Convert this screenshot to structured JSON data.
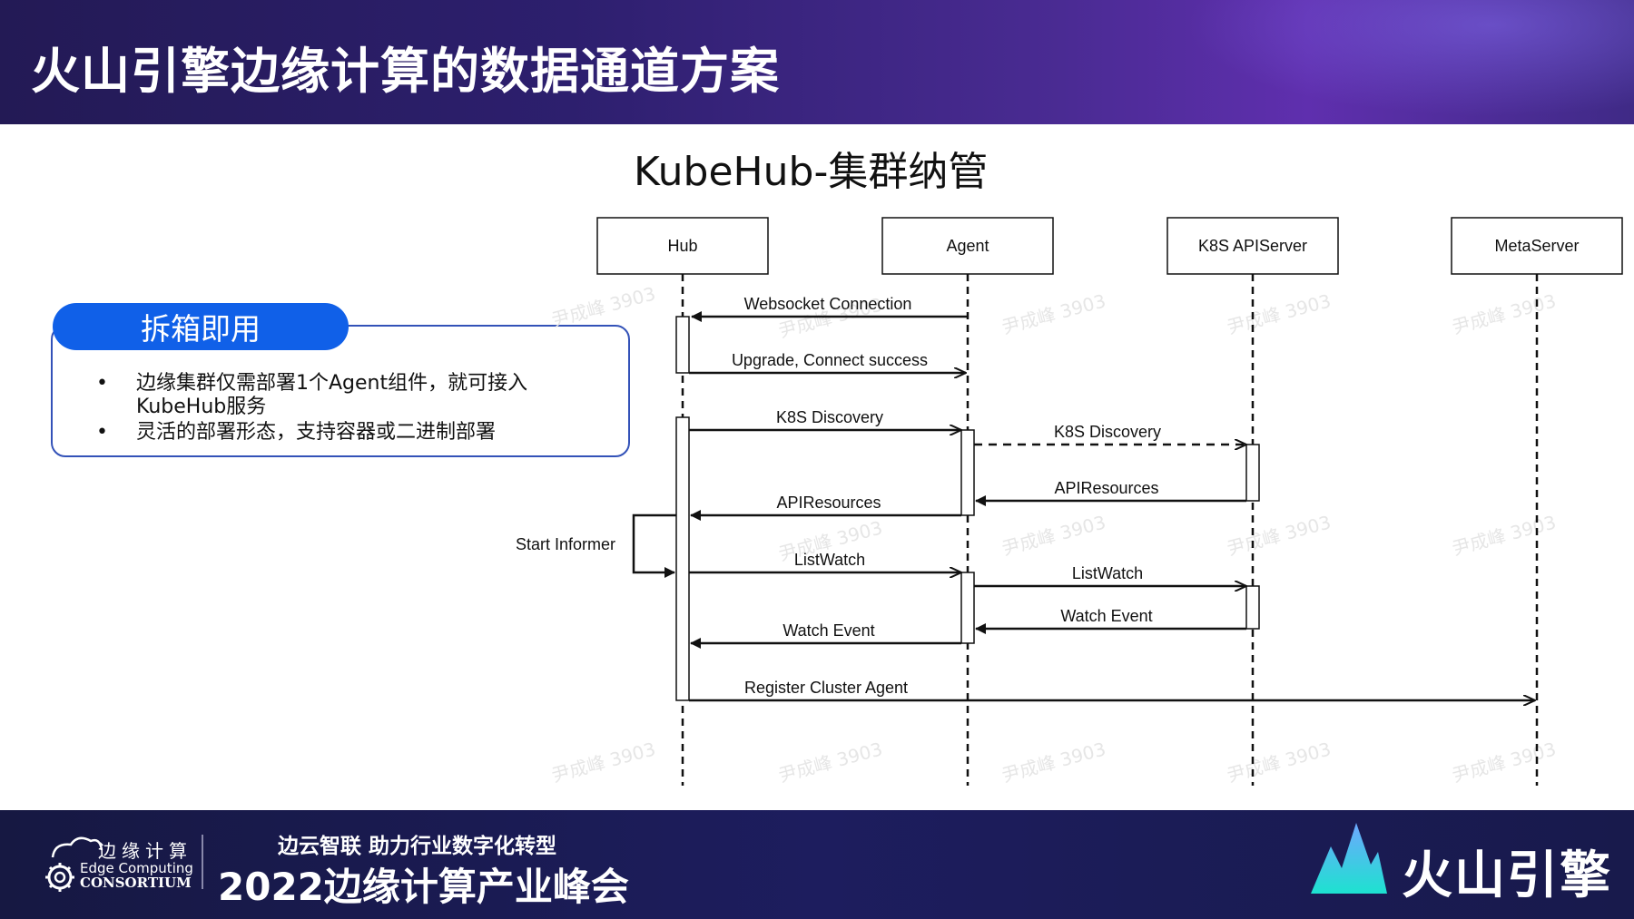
{
  "header": {
    "title": "火山引擎边缘计算的数据通道方案"
  },
  "slide": {
    "subtitle": "KubeHub-集群纳管"
  },
  "callout": {
    "title": "拆箱即用",
    "bullets": [
      "边缘集群仅需部署1个Agent组件，就可接入KubeHub服务",
      "灵活的部署形态，支持容器或二进制部署"
    ]
  },
  "diagram": {
    "participants": [
      "Hub",
      "Agent",
      "K8S APIServer",
      "MetaServer"
    ],
    "messages": [
      "Websocket Connection",
      "Upgrade, Connect success",
      "K8S Discovery",
      "K8S Discovery",
      "APIResources",
      "APIResources",
      "Start Informer",
      "ListWatch",
      "ListWatch",
      "Watch Event",
      "Watch Event",
      "Register Cluster Agent"
    ],
    "watermark": "尹成峰 3903"
  },
  "footer": {
    "org_cn": "边缘计算",
    "org_en_1": "Edge Computing",
    "org_en_2": "CONSORTIUM",
    "slogan": "边云智联  助力行业数字化转型",
    "event": "2022边缘计算产业峰会",
    "brand": "火山引擎"
  },
  "colors": {
    "header": "#2d1f6e",
    "footer": "#1b1c55",
    "pill": "#1060e8",
    "box_border": "#3352b8"
  }
}
